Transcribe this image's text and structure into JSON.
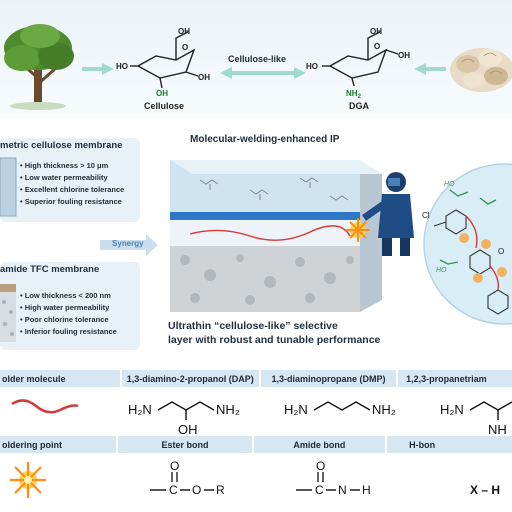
{
  "top": {
    "cellulose_label": "Cellulose",
    "dga_label": "DGA",
    "arrow_label": "Cellulose-like",
    "oh": "OH",
    "ho": "HO",
    "nh2": "NH",
    "nh2_sub": "2",
    "o": "O"
  },
  "left": {
    "panel1_title": "metric cellulose membrane",
    "panel1_bullets": [
      "High thickness > 10 μm",
      "Low water permeability",
      "Excellent chlorine tolerance",
      "Superior fouling resistance"
    ],
    "synergy": "Synergy",
    "panel2_title": "amide TFC membrane",
    "panel2_bullets": [
      "Low thickness < 200 nm",
      "High water permeability",
      "Poor chlorine tolerance",
      "Inferior fouling resistance"
    ]
  },
  "center": {
    "title": "Molecular-welding-enhanced IP",
    "caption_line1": "Ultrathin “cellulose-like” selective",
    "caption_line2": "layer with robust and tunable performance"
  },
  "right": {
    "cl": "Cl",
    "o": "O",
    "ho": "HO"
  },
  "table": {
    "row1_headers": [
      "older molecule",
      "1,3-diamino-2-propanol (DAP)",
      "1,3-diaminopropane (DMP)",
      "1,2,3-propanetriam"
    ],
    "row2_headers": [
      "oldering point",
      "Ester bond",
      "Amide bond",
      "H-bon"
    ],
    "h2n": "H₂N",
    "nh2": "NH₂",
    "oh": "OH",
    "nh": "NH",
    "ester_o": "O",
    "ester_c": "C",
    "ester_r": "R",
    "amide_o": "O",
    "amide_c": "C",
    "amide_n": "N",
    "amide_h": "H",
    "hbond": "X – H"
  }
}
